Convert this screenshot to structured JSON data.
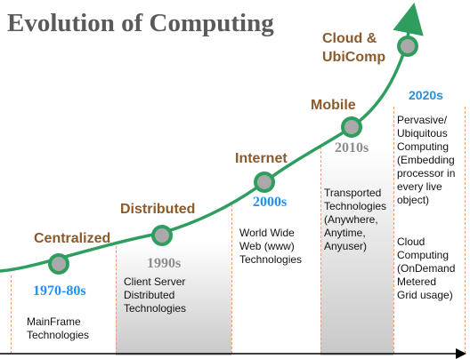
{
  "title": "Evolution of Computing",
  "stages": [
    {
      "name": "Centralized",
      "decade": "1970-80s",
      "tech": "MainFrame\nTechnologies"
    },
    {
      "name": "Distributed",
      "decade": "1990s",
      "tech": "Client Server\nDistributed\nTechnologies"
    },
    {
      "name": "Internet",
      "decade": "2000s",
      "tech": "World Wide\nWeb (www)\nTechnologies"
    },
    {
      "name": "Mobile",
      "decade": "2010s",
      "tech": "Transported\nTechnologies\n(Anywhere,\nAnytime,\nAnyuser)"
    },
    {
      "name": "Cloud &\nUbiComp",
      "decade": "2020s",
      "tech": "Pervasive/\nUbiquitous\nComputing\n(Embedding\nprocessor in\nevery live\nobject)",
      "tech2": "Cloud\nComputing\n(OnDemand\nMetered\nGrid usage)"
    }
  ],
  "colors": {
    "curve": "#2e9e5e",
    "era": "#8b5a2b",
    "decade_blue": "#1e90ff",
    "decade_gray": "#8c8c8c",
    "node_fill": "#a9a9a9"
  }
}
